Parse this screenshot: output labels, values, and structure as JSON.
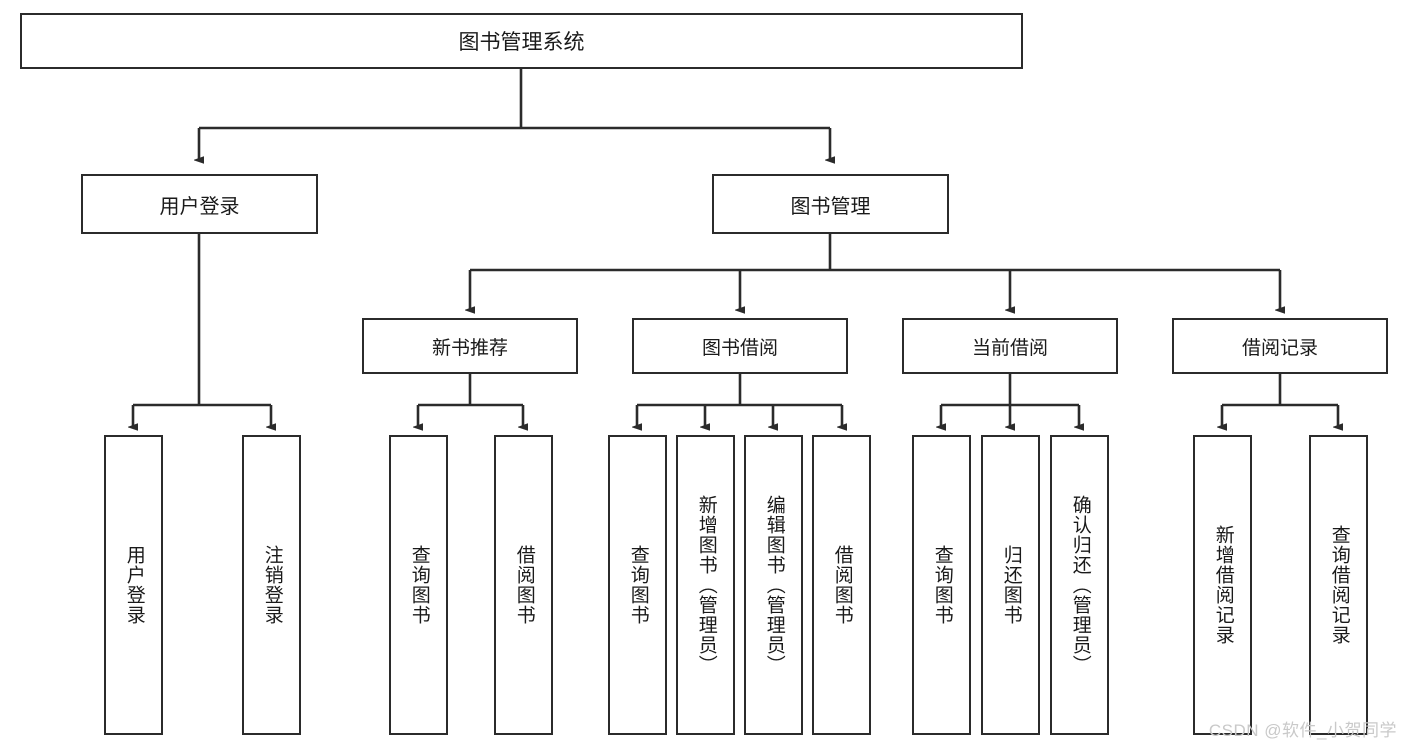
{
  "diagram": {
    "title": "图书管理系统",
    "type": "tree-hierarchy-diagram",
    "colors": {
      "box_border": "#2b2b2b",
      "box_fill": "#ffffff",
      "connector": "#2b2b2b",
      "text": "#1a1a1a",
      "watermark": "#c9c9c9",
      "background": "#ffffff"
    },
    "root": {
      "label": "图书管理系统"
    },
    "level1": [
      {
        "label": "用户登录"
      },
      {
        "label": "图书管理"
      }
    ],
    "level2": [
      {
        "label": "新书推荐"
      },
      {
        "label": "图书借阅"
      },
      {
        "label": "当前借阅"
      },
      {
        "label": "借阅记录"
      }
    ],
    "leaves": {
      "user_login": [
        {
          "label": "用户登录"
        },
        {
          "label": "注销登录"
        }
      ],
      "new_book_recommend": [
        {
          "label": "查询图书"
        },
        {
          "label": "借阅图书"
        }
      ],
      "book_borrow": [
        {
          "label": "查询图书"
        },
        {
          "label": "新增图书（管理员）"
        },
        {
          "label": "编辑图书（管理员）"
        },
        {
          "label": "借阅图书"
        }
      ],
      "current_borrow": [
        {
          "label": "查询图书"
        },
        {
          "label": "归还图书"
        },
        {
          "label": "确认归还（管理员）"
        }
      ],
      "borrow_record": [
        {
          "label": "新增借阅记录"
        },
        {
          "label": "查询借阅记录"
        }
      ]
    }
  },
  "watermark": {
    "text": "CSDN @软件_小贺同学"
  }
}
